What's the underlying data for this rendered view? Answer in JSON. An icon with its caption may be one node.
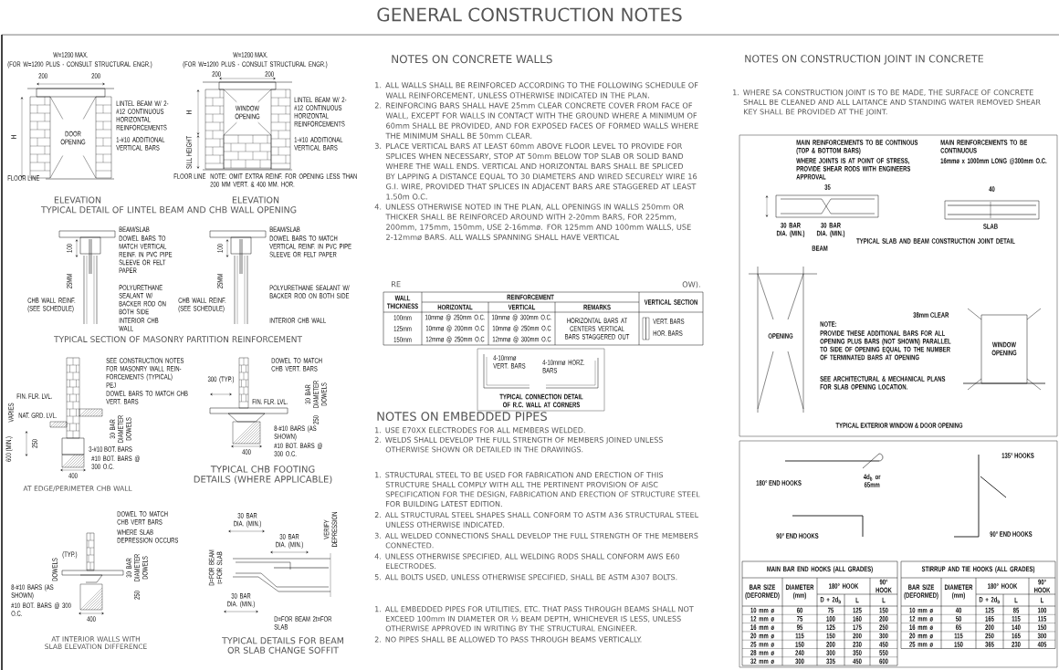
{
  "diagram": {
    "title": "GENERAL CONSTRUCTION NOTES",
    "labels": [
      "W=1200 MAX.",
      "(FOR W=1200 PLUS - CONSULT STRUCTURAL ENGR.)",
      "200",
      "200",
      "H",
      "LINTEL BEAM W/ 2-#12 CONTINUOUS HORIZONTAL REINFORCEMENTS",
      "DOOR OPENING",
      "1-#10 ADDITIONAL VERTICAL BARS",
      "FLOOR LINE",
      "ELEVATION",
      "W=1200 MAX.",
      "(FOR W=1200 PLUS - CONSULT STRUCTURAL ENGR.)",
      "200",
      "200",
      "H",
      "WINDOW OPENING",
      "LINTEL BEAM W/ 2-#12 CONTINUOUS HORIZONTAL REINFORCEMENTS",
      "SILL HEIGHT",
      "1-#10 ADDITIONAL VERTICAL BARS",
      "FLOOR LINE",
      "NOTE: OMIT EXTRA REINF. FOR OPENING LESS THAN 200 MM VERT. & 400 MM. HOR.",
      "ELEVATION",
      "TYPICAL DETAIL OF LINTEL BEAM AND CHB WALL OPENING",
      "BEAM/SLAB",
      "DOWEL BARS TO MATCH VERTICAL REINF. IN PVC PIPE SLEEVE OR FELT PAPER",
      "POLYURETHANE SEALANT W/ BACKER ROD ON BOTH SIDE",
      "CHB WALL REINF. (SEE SCHEDULE)",
      "INTERIOR CHB WALL",
      "100",
      "25MM",
      "BEAM/SLAB",
      "DOWEL BARS TO MATCH VERTICAL REINF. IN PVC PIPE SLEEVE OR FELT PAPER",
      "POLYURETHANE SEALANT W/ BACKER ROD ON BOTH SIDE",
      "CHB WALL REINF. (SEE SCHEDULE)",
      "INTERIOR CHB WALL",
      "100",
      "25MM",
      "TYPICAL SECTION OF MASONRY PARTITION REINFORCEMENT",
      "SEE CONSTRUCTION NOTES FOR MASONRY WALL REIN- FORCEMENTS (TYPICAL)",
      "PEJ",
      "DOWEL BARS TO MATCH CHB VERT. BARS",
      "FIN. FLR. LVL.",
      "VARIES",
      "NAT. GRD. LVL.",
      "600 (MIN.)",
      "250",
      "30 BAR DIAMETER DOWELS",
      "3-#10 BOT. BARS",
      "#10 BOT. BARS @ 300 O.C.",
      "400",
      "AT EDGE/PERIMETER CHB WALL",
      "DOWEL TO MATCH CHB VERT. BARS",
      "300 (TYP.)",
      "30 BAR DIAMETER DOWELS",
      "FIN. FLR. LVL.",
      "250",
      "8-#10 BARS (AS SHOWN)",
      "#10 BOT. BARS @ 300 O.C.",
      "400",
      "TYPICAL CHB FOOTING DETAILS (WHERE APPLICABLE)",
      "DOWEL TO MATCH CHB VERT BARS",
      "WHERE SLAB DEPRESSION OCCURS",
      "(TYP.)",
      "DOWELS",
      "30 BAR DIAMETER DOWELS",
      "250",
      "8-#10 BARS (AS SHOWN)",
      "#10 BOT. BARS @ 300 O.C.",
      "400",
      "AT INTERIOR WALLS WITH SLAB ELEVATION DIFFERENCE",
      "30 BAR DIA. (MIN.)",
      "30 BAR DIA. (MIN.)",
      "VERIFY DEPRESSION",
      "D=FOR BEAM t=FOR SLAB",
      "30 BAR DIA. (MIN.)",
      "D=FOR BEAM 2t=FOR SLAB",
      "TYPICAL DETAILS FOR BEAM OR SLAB CHANGE SOFFIT",
      "NOTES ON CONCRETE WALLS",
      "1. ALL WALLS SHALL BE REINFORCED ACCORDING TO THE FOLLOWING SCHEDULE OF WALL REINFORCEMENT, UNLESS OTHERWISE INDICATED IN THE PLAN.",
      "2. REINFORCING BARS SHALL HAVE 25mm CLEAR CONCRETE COVER FROM FACE OF WALL, EXCEPT FOR WALLS IN CONTACT WITH THE GROUND WHERE A MINIMUM OF 60mm SHALL BE PROVIDED, AND FOR EXPOSED FACES OF FORMED WALLS WHERE THE MINIMUM SHALL BE 50mm CLEAR.",
      "3. PLACE VERTICAL BARS AT LEAST 60mm ABOVE FLOOR LEVEL TO PROVIDE FOR SPLICES WHEN NECESSARY, STOP AT 50mm BELOW TOP SLAB OR SOLID BAND WHERE THE WALL ENDS. VERTICAL AND HORIZONTAL BARS SHALL BE SPLICED BY LAPPING A DISTANCE EQUAL TO 30 DIAMETERS AND WIRED SECURELY WIRE 16 G.I. WIRE, PROVIDED THAT SPLICES IN ADJACENT BARS ARE STAGGERED AT LEAST 1.50m O.C.",
      "4. UNLESS OTHERWISE NOTED IN THE PLAN, ALL OPENINGS IN WALLS 250mm OR THICKER SHALL BE REINFORCED AROUND WITH 2-20mm BARS, FOR 225mm, 200mm, 175mm, 150mm, USE 2-16mmø. FOR 125mm AND 100mm WALLS, USE 2-12mmø BARS. ALL WALLS SPANNING SHALL HAVE VERTICAL",
      "RE",
      "OW).",
      "WALL THICKNESS",
      "REINFORCEMENT",
      "VERTICAL SECTION",
      "HORIZONTAL",
      "VERTICAL",
      "REMARKS",
      "100mm",
      "10mmø @ 250mm O.C.",
      "10mmø @ 300mm O.C.",
      "125mm",
      "10mmø @ 200mm O.C",
      "10mmø @ 250mm O.C",
      "150mm",
      "12mmø @ 250mm O.C",
      "12mmø @ 300mm O.C",
      "HORIZONTAL BARS AT CENTERS VERTICAL BARS STAGGERED OUT",
      "VERT. BARS",
      "HOR. BARS",
      "4-10mmø VERT. BARS",
      "4-10mmø HORZ. BARS",
      "TYPICAL CONNECTION DETAIL OF R.C. WALL AT CORNERS",
      "NOTES ON EMBEDDED PIPES",
      "1. USE E70XX ELECTRODES FOR ALL MEMBERS WELDED.",
      "2. WELDS SHALL DEVELOP THE FULL STRENGTH OF MEMBERS JOINED UNLESS OTHERWISE SHOWN OR DETAILED IN THE DRAWINGS.",
      "1. STRUCTURAL STEEL TO BE USED FOR FABRICATION AND ERECTION OF THIS STRUCTURE SHALL COMPLY WITH ALL THE PERTINENT PROVISION OF AISC SPECIFICATION FOR THE DESIGN, FABRICATION AND ERECTION OF STRUCTURE STEEL FOR BUILDING LATEST EDITION.",
      "2. ALL STRUCTURAL STEEL SHAPES SHALL CONFORM TO ASTM A36 STRUCTURAL STEEL UNLESS OTHERWISE INDICATED.",
      "3. ALL WELDED CONNECTIONS SHALL DEVELOP THE FULL STRENGTH OF THE MEMBERS CONNECTED.",
      "4. UNLESS OTHERWISE SPECIFIED, ALL WELDING RODS SHALL CONFORM AWS E60 ELECTRODES.",
      "5. ALL BOLTS USED, UNLESS OTHERWISE SPECIFIED, SHALL BE ASTM A307 BOLTS.",
      "1. ALL EMBEDDED PIPES FOR UTILITIES, ETC. THAT PASS THROUGH BEAMS SHALL NOT EXCEED 100mm IN DIAMETER OR ⅓ BEAM DEPTH, WHICHEVER IS LESS, UNLESS OTHERWISE APPROVED IN WRITING BY THE STRUCTURAL ENGINEER.",
      "2. NO PIPES SHALL BE ALLOWED TO PASS THROUGH BEAMS VERTICALLY.",
      "NOTES ON CONSTRUCTION JOINT IN CONCRETE",
      "1. WHERE SA CONSTRUCTION JOINT IS TO BE MADE, THE SURFACE OF CONCRETE SHALL BE CLEANED AND ALL LAITANCE AND STANDING WATER REMOVED SHEAR KEY SHALL BE PROVIDED AT THE JOINT.",
      "MAIN REINFORCEMENTS TO BE CONTINOUS (TOP & BOTTOM BARS)",
      "WHERE JOINTS IS AT POINT OF STRESS, PROVIDE SHEAR RODS WITH ENGINEERS APPROVAL",
      "35",
      "30 BAR DIA. (MIN.)",
      "30 BAR DIA. (MIN.)",
      "BEAM",
      "MAIN REINFORCEMENTS TO BE CONTINUOUS",
      "16mmø x 1000mm LONG @300mm O.C.",
      "40",
      "SLAB",
      "TYPICAL SLAB AND BEAM CONSTRUCTION JOINT DETAIL",
      "OPENING",
      "NOTE:",
      "PROVIDE THESE ADDITIONAL BARS FOR ALL OPENING PLUS BARS (NOT SHOWN) PARALLEL TO SIDE OF OPENING EQUAL TO THE NUMBER OF TERMINATED BARS AT OPENING",
      "SEE ARCHITECTURAL & MECHANICAL PLANS FOR SLAB OPENING LOCATION.",
      "38mm CLEAR",
      "WINDOW OPENING",
      "TYPICAL EXTERIOR WINDOW & DOOR OPENING",
      "180° END HOOKS",
      "4d$_{b}$ or 65mm",
      "90° END HOOKS",
      "135° HOOKS",
      "90° END HOOKS",
      "MAIN BAR END HOOKS (ALL GRADES)",
      "BAR SIZE (DEFORMED)",
      "DIAMETER (mm)",
      "180° HOOK",
      "90° HOOK",
      "D + 2d$_{b}$",
      "L",
      "L",
      "10 mm ø",
      "60",
      "75",
      "125",
      "150",
      "12 mm ø",
      "75",
      "100",
      "160",
      "200",
      "16 mm ø",
      "95",
      "125",
      "175",
      "250",
      "20 mm ø",
      "115",
      "150",
      "200",
      "300",
      "25 mm ø",
      "150",
      "200",
      "230",
      "450",
      "28 mm ø",
      "240",
      "300",
      "350",
      "550",
      "32 mm ø",
      "300",
      "335",
      "450",
      "600",
      "STIRRUP AND TIE HOOKS (ALL GRADES)",
      "BAR SIZE (DEFORMED)",
      "DIAMETER (mm)",
      "180° HOOK",
      "90° HOOK",
      "D + 2d$_{b}$",
      "L",
      "L",
      "10 mm ø",
      "40",
      "125",
      "85",
      "100",
      "12 mm ø",
      "50",
      "165",
      "115",
      "115",
      "16 mm ø",
      "65",
      "200",
      "140",
      "150",
      "20 mm ø",
      "115",
      "250",
      "165",
      "300",
      "25 mm ø",
      "150",
      "365",
      "230",
      "405"
    ]
  }
}
